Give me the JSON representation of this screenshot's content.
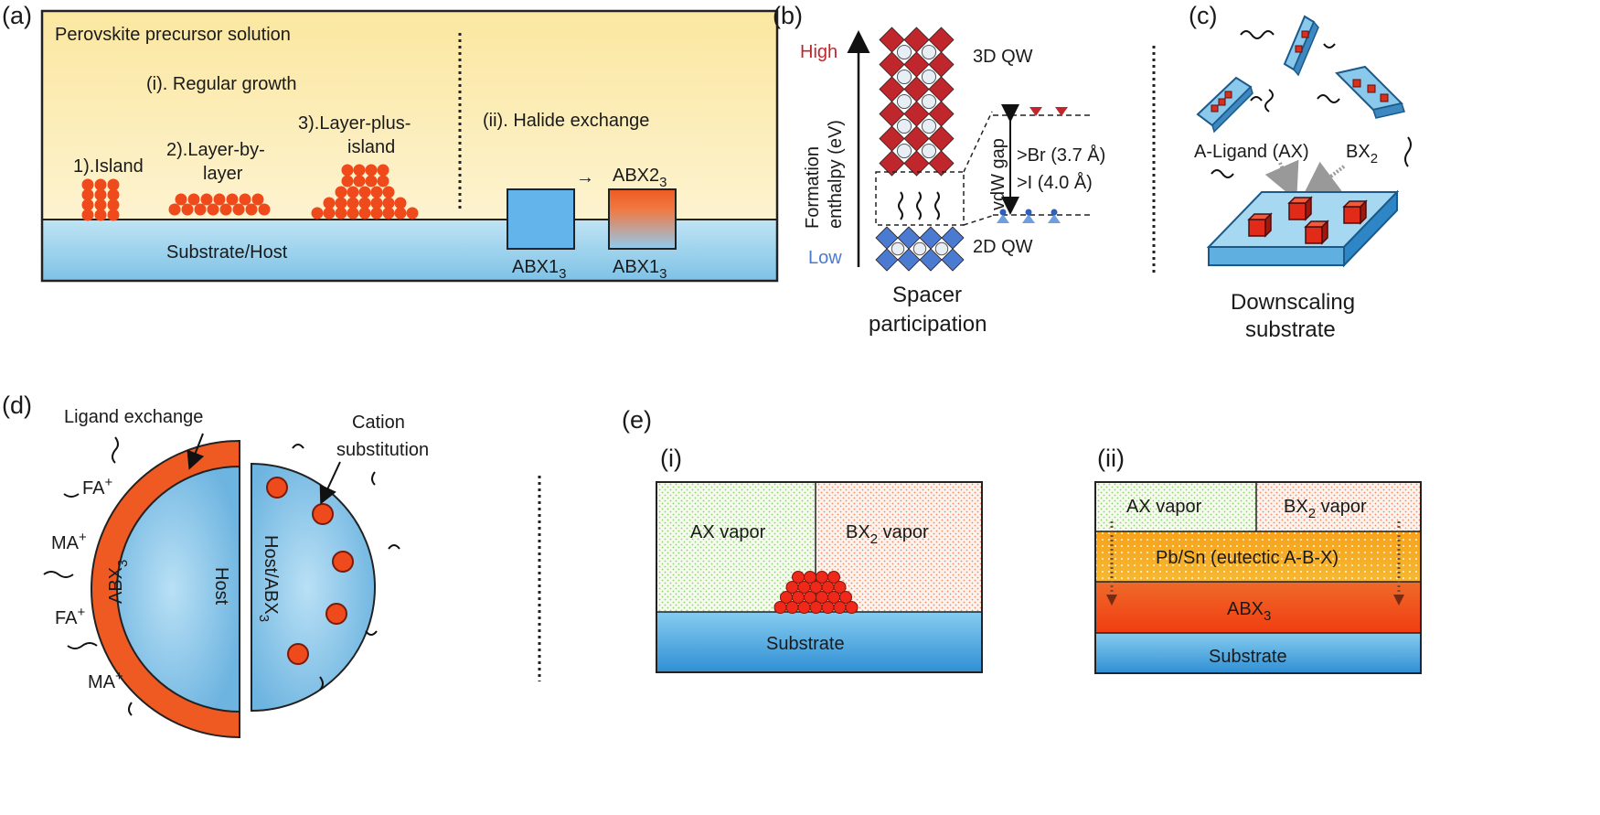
{
  "colors": {
    "solution": "#fbe9a6",
    "substrate": "#9cd3ec",
    "particle": "#ee4a1c",
    "host_blue": "#7fc3e8",
    "shell_orange": "#ef5a22",
    "vapor_green": "#d8f0c4",
    "vapor_orange": "#f9dccd",
    "eutectic": "#f5a623",
    "red_atom": "#c0272d",
    "blue_atom": "#4a7bd0"
  },
  "panel_a": {
    "tag": "(a)",
    "solution_label": "Perovskite precursor solution",
    "regular_growth": "(i). Regular growth",
    "island": "1).Island",
    "layer_by_layer_1": "2).Layer-by-",
    "layer_by_layer_2": "layer",
    "layer_plus_island_1": "3).Layer-plus-",
    "layer_plus_island_2": "island",
    "halide_exchange": "(ii). Halide exchange",
    "arrow": "→",
    "abx2": "ABX2",
    "abx1_left": "ABX1",
    "abx1_right": "ABX1",
    "sub3": "3",
    "substrate": "Substrate/Host"
  },
  "panel_b": {
    "tag": "(b)",
    "high": "High",
    "low": "Low",
    "axis_1": "Formation",
    "axis_2": "enthalpy (eV)",
    "qw3d": "3D QW",
    "qw2d": "2D QW",
    "vdw": "vdW gap",
    "br": ">Br (3.7 Å)",
    "iodide": ">I (4.0 Å)",
    "caption_1": "Spacer",
    "caption_2": "participation"
  },
  "panel_c": {
    "tag": "(c)",
    "ligand": "A-Ligand (AX)",
    "bx2": "BX",
    "sub2": "2",
    "caption_1": "Downscaling",
    "caption_2": "substrate"
  },
  "panel_d": {
    "tag": "(d)",
    "ligand_exchange": "Ligand exchange",
    "cation_1": "Cation",
    "cation_2": "substitution",
    "fa1": "FA",
    "ma1": "MA",
    "fa2": "FA",
    "ma2": "MA",
    "plus": "+",
    "abx3": "ABX",
    "sub3": "3",
    "host": "Host",
    "host_abx": "Host/ABX"
  },
  "panel_e": {
    "tag": "(e)",
    "sub_i": "(i)",
    "sub_ii": "(ii)",
    "ax_vapor": "AX vapor",
    "bx_vapor": "BX",
    "vapor_word": " vapor",
    "sub2": "2",
    "substrate_i": "Substrate",
    "ax_vapor_ii": "AX vapor",
    "bx_vapor_ii": "BX",
    "eutectic": "Pb/Sn (eutectic A-B-X)",
    "abx3": "ABX",
    "sub3": "3",
    "substrate_ii": "Substrate"
  }
}
